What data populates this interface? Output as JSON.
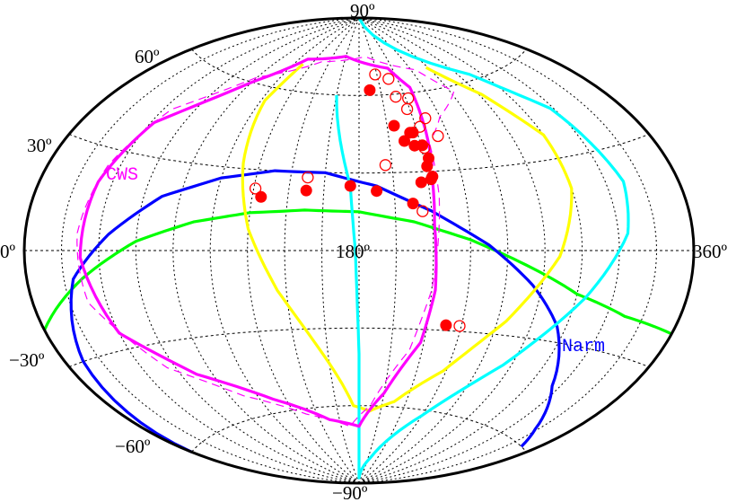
{
  "chart_data": {
    "type": "scatter",
    "projection": "aitoff",
    "title": "",
    "xlabel": "",
    "ylabel": "",
    "xlim": [
      0,
      360
    ],
    "ylim": [
      -90,
      90
    ],
    "grid": true,
    "tick_labels": {
      "lon_min": "0º",
      "lon_mid": "180º",
      "lon_max": "360º",
      "lat": [
        {
          "lat": 90,
          "text": "90º"
        },
        {
          "lat": 60,
          "text": "60º"
        },
        {
          "lat": 30,
          "text": "30º"
        },
        {
          "lat": -30,
          "text": "−30º"
        },
        {
          "lat": -60,
          "text": "−60º"
        },
        {
          "lat": -90,
          "text": "−90º"
        }
      ]
    },
    "annotations": [
      {
        "text": "CWS",
        "color": "#ff00ff"
      },
      {
        "text": "Narm",
        "color": "#0000ff"
      }
    ],
    "curves": [
      {
        "color": "#00ff00",
        "style": "solid",
        "points": [
          [
            0,
            -20
          ],
          [
            30,
            -8
          ],
          [
            60,
            3
          ],
          [
            90,
            10
          ],
          [
            120,
            14
          ],
          [
            150,
            15.5
          ],
          [
            180,
            15
          ],
          [
            210,
            11
          ],
          [
            240,
            4
          ],
          [
            270,
            -5
          ],
          [
            300,
            -14
          ],
          [
            330,
            -19
          ],
          [
            360,
            -21
          ]
        ]
      },
      {
        "color": "#0000ff",
        "style": "solid",
        "points": [
          [
            0,
            -60
          ],
          [
            10,
            -30
          ],
          [
            25,
            -8
          ],
          [
            45,
            5
          ],
          [
            70,
            18
          ],
          [
            100,
            26
          ],
          [
            130,
            30
          ],
          [
            160,
            30
          ],
          [
            190,
            25
          ],
          [
            220,
            15
          ],
          [
            250,
            2
          ],
          [
            275,
            -12
          ],
          [
            295,
            -25
          ],
          [
            315,
            -43
          ],
          [
            338,
            -55
          ],
          [
            350,
            -60
          ]
        ]
      },
      {
        "color": "#ffff00",
        "style": "solid",
        "points": [
          [
            110,
            70
          ],
          [
            103,
            55
          ],
          [
            110,
            32
          ],
          [
            120,
            8
          ],
          [
            135,
            -15
          ],
          [
            155,
            -38
          ],
          [
            175,
            -60
          ],
          [
            190,
            -62
          ],
          [
            210,
            -58
          ],
          [
            238,
            -45
          ],
          [
            265,
            -25
          ],
          [
            288,
            -2
          ],
          [
            300,
            20
          ],
          [
            300,
            38
          ],
          [
            282,
            55
          ],
          [
            258,
            68
          ]
        ]
      },
      {
        "color": "#00ffff",
        "style": "solid",
        "points": [
          [
            160,
            60
          ],
          [
            175,
            25
          ],
          [
            178,
            0
          ],
          [
            180,
            -40
          ],
          [
            180,
            -88
          ],
          [
            205,
            -80
          ],
          [
            240,
            -62
          ],
          [
            275,
            -40
          ],
          [
            305,
            -15
          ],
          [
            325,
            5
          ],
          [
            330,
            20
          ],
          [
            318,
            45
          ],
          [
            290,
            62
          ],
          [
            200,
            90
          ]
        ]
      },
      {
        "color": "#ff00ff",
        "style": "solid",
        "points": [
          [
            223,
            30
          ],
          [
            221,
            10
          ],
          [
            222,
            -15
          ],
          [
            218,
            -35
          ],
          [
            200,
            -55
          ],
          [
            180,
            -68
          ],
          [
            150,
            -65
          ],
          [
            110,
            -55
          ],
          [
            70,
            -42
          ],
          [
            40,
            -25
          ],
          [
            30,
            -2
          ],
          [
            32,
            20
          ],
          [
            42,
            40
          ],
          [
            80,
            60
          ],
          [
            110,
            72
          ],
          [
            160,
            75
          ],
          [
            215,
            70
          ],
          [
            228,
            62
          ],
          [
            226,
            45
          ],
          [
            224,
            32
          ]
        ]
      },
      {
        "color": "#ff00ff",
        "style": "dashed",
        "points": [
          [
            226,
            40
          ],
          [
            225,
            20
          ],
          [
            220,
            -15
          ],
          [
            212,
            -38
          ],
          [
            190,
            -60
          ],
          [
            170,
            -68
          ],
          [
            130,
            -62
          ],
          [
            90,
            -52
          ],
          [
            55,
            -38
          ],
          [
            30,
            -15
          ],
          [
            28,
            5
          ],
          [
            33,
            25
          ],
          [
            45,
            45
          ],
          [
            80,
            62
          ],
          [
            130,
            72
          ],
          [
            190,
            75
          ],
          [
            245,
            68
          ],
          [
            263,
            58
          ],
          [
            240,
            50
          ],
          [
            228,
            42
          ]
        ]
      }
    ],
    "series": [
      {
        "marker": "filled-circle",
        "color": "#ff0000",
        "points": [
          [
            125,
            20
          ],
          [
            150,
            23
          ],
          [
            175,
            25
          ],
          [
            190,
            23
          ],
          [
            190,
            62
          ],
          [
            205,
            48
          ],
          [
            210,
            42
          ],
          [
            215,
            45
          ],
          [
            217,
            45
          ],
          [
            216,
            40
          ],
          [
            221,
            40
          ],
          [
            223,
            35
          ],
          [
            216,
            26
          ],
          [
            222,
            27
          ],
          [
            223,
            28
          ],
          [
            210,
            18
          ],
          [
            221,
            32
          ],
          [
            231,
            -28
          ]
        ]
      },
      {
        "marker": "open-circle",
        "color": "#ff0000",
        "points": [
          [
            121,
            23
          ],
          [
            196,
            33
          ],
          [
            222,
            39
          ],
          [
            233,
            43
          ],
          [
            198,
            68
          ],
          [
            218,
            54
          ],
          [
            222,
            58
          ],
          [
            211,
            66
          ],
          [
            212,
            59
          ],
          [
            229,
            50
          ],
          [
            223,
            47
          ],
          [
            215,
            15
          ],
          [
            239,
            -28
          ],
          [
            150,
            28
          ]
        ]
      }
    ]
  }
}
